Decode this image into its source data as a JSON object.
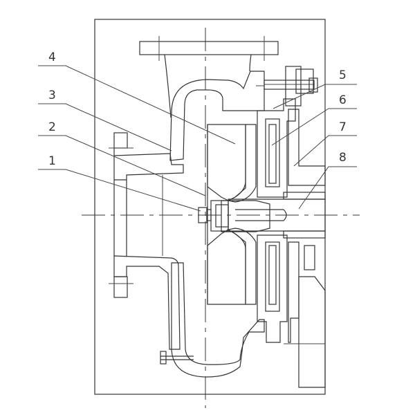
{
  "drawing": {
    "type": "pump cross-section assembly drawing",
    "part_labels": [
      {
        "number": "1",
        "side": "left"
      },
      {
        "number": "2",
        "side": "left"
      },
      {
        "number": "3",
        "side": "left"
      },
      {
        "number": "4",
        "side": "left"
      },
      {
        "number": "5",
        "side": "right"
      },
      {
        "number": "6",
        "side": "right"
      },
      {
        "number": "7",
        "side": "right"
      },
      {
        "number": "8",
        "side": "right"
      }
    ],
    "colors": {
      "line": "#333333",
      "background": "#ffffff"
    }
  }
}
